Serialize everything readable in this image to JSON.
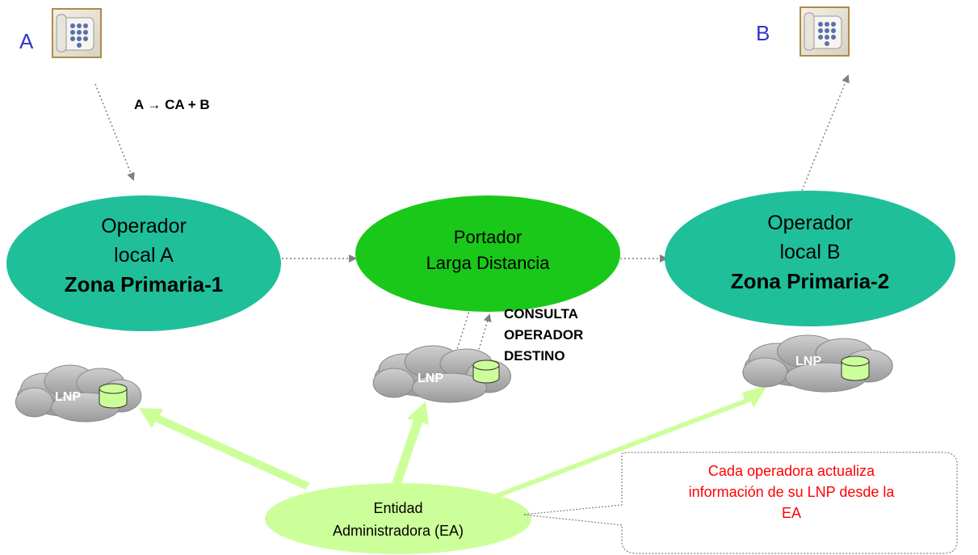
{
  "phone_a": {
    "letter": "A",
    "icon": "telephone-icon"
  },
  "phone_b": {
    "letter": "B",
    "icon": "telephone-icon"
  },
  "flow_label": {
    "left": "A",
    "arrow": "→",
    "right": "CA + B"
  },
  "node_local_a": {
    "line1": "Operador",
    "line2": "local A",
    "zone": "Zona Primaria-1"
  },
  "node_carrier": {
    "line1": "Portador",
    "line2": "Larga Distancia"
  },
  "node_local_b": {
    "line1": "Operador",
    "line2": "local B",
    "zone": "Zona Primaria-2"
  },
  "consulta": {
    "line1": "CONSULTA",
    "line2": "OPERADOR",
    "line3": "DESTINO"
  },
  "lnp": {
    "left": "LNP",
    "center": "LNP",
    "right": "LNP"
  },
  "ea": {
    "line1": "Entidad",
    "line2": "Administradora (EA)"
  },
  "note": {
    "line1": "Cada operadora actualiza",
    "line2": "información de su LNP desde la",
    "line3": "EA"
  },
  "colors": {
    "operator_fill": "#1fbf9a",
    "carrier_fill": "#1ac81a",
    "ea_fill": "#ccff99",
    "arrow_fill": "#ccff99",
    "cloud_fill": "#b8b8b8",
    "db_fill": "#ccff99",
    "letter_color": "#3333cc",
    "note_color": "#ff0000"
  }
}
